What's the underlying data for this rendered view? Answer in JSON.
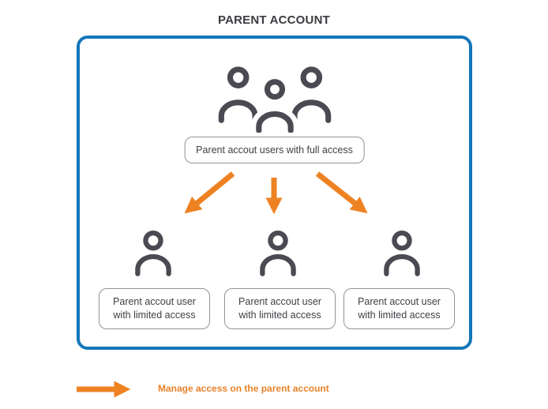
{
  "page": {
    "title": "PARENT ACCOUNT"
  },
  "parent_box": {
    "full_access_label": "Parent accout users with full access",
    "limited_access_labels": [
      "Parent accout user with limited access",
      "Parent accout user with limited access",
      "Parent accout user with limited access"
    ]
  },
  "legend": {
    "label": "Manage access on the parent account"
  },
  "icons": {
    "group": "users-group-icon",
    "person": "user-icon",
    "arrows": [
      "arrow-down-left-icon",
      "arrow-down-icon",
      "arrow-down-right-icon"
    ],
    "legend_arrow": "arrow-right-icon"
  },
  "colors": {
    "box_border_blue": "#1376B8",
    "arrow_orange": "#EE8222",
    "icon_gray": "#4A4A52",
    "label_border_gray": "#92929A",
    "title_text": "#3B3B40",
    "label_text": "#3F3F46",
    "legend_text_orange": "#E8832C"
  }
}
